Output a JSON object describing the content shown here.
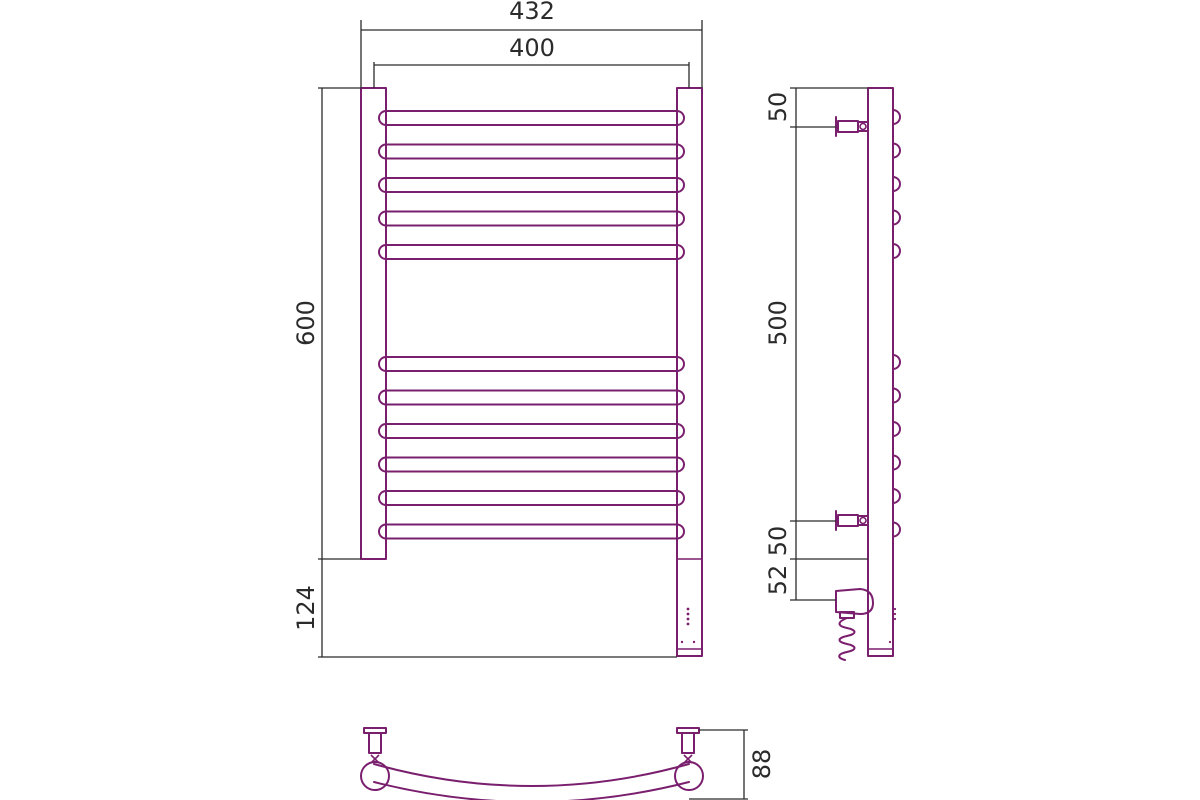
{
  "diagram": {
    "front_view": {
      "dim_outer_width": "432",
      "dim_inner_width": "400",
      "dim_height": "600",
      "dim_bottom": "124",
      "rung_groups": [
        5,
        6
      ]
    },
    "side_view": {
      "dim_top_mount": "50",
      "dim_mount_spacing": "500",
      "dim_bottom_mount": "50",
      "dim_heater": "52",
      "knob_groups": [
        5,
        6
      ]
    },
    "top_view": {
      "dim_depth": "88"
    },
    "colors": {
      "outline": "#7a1f6e",
      "dimension": "#2b2b2b"
    }
  }
}
